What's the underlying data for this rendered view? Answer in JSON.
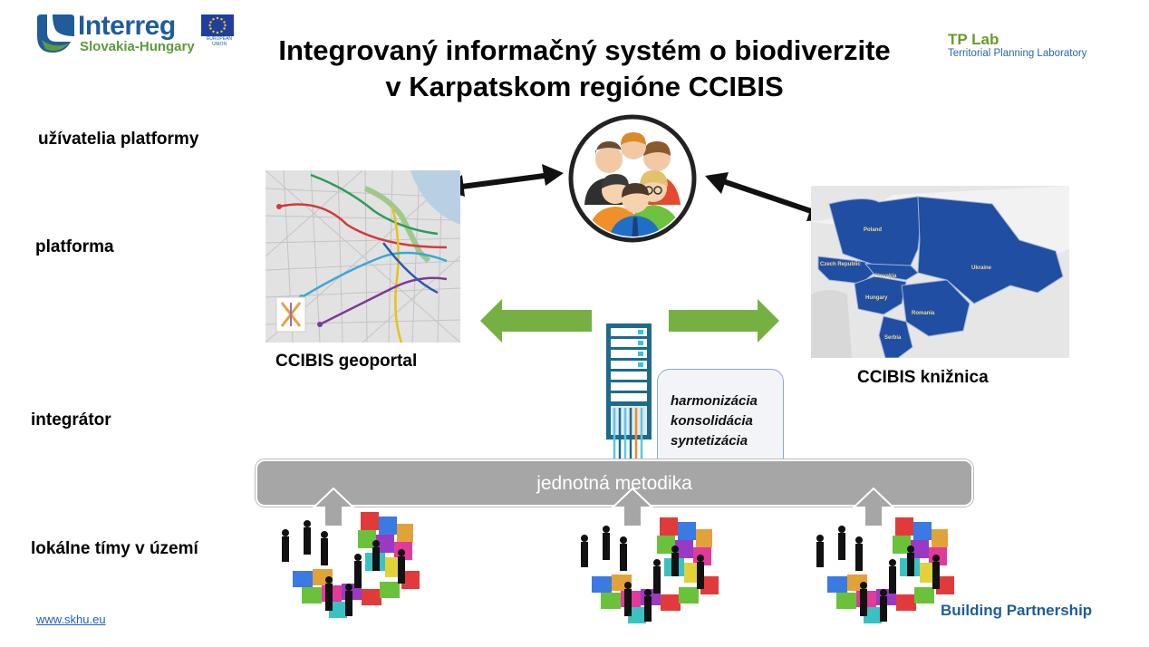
{
  "logo": {
    "name": "Interreg",
    "region": "Slovakia-Hungary",
    "eu_label": "EUROPEAN UNION"
  },
  "title": {
    "line1": "Integrovaný informačný systém o biodiverzite",
    "line2": "v Karpatskom regióne CCIBIS"
  },
  "tplab": {
    "name": "TP Lab",
    "subtitle": "Territorial Planning Laboratory"
  },
  "rows": {
    "users": "užívatelia platformy",
    "platform": "platforma",
    "integrator": "integrátor",
    "local_teams": "lokálne tímy v území"
  },
  "geoportal": {
    "caption": "CCIBIS geoportal"
  },
  "library": {
    "caption": "CCIBIS knižnica",
    "countries": [
      "Poland",
      "Czech Republic",
      "Slovakia",
      "Hungary",
      "Ukraine",
      "Romania",
      "Serbia"
    ]
  },
  "process": {
    "steps": [
      "harmonizácia",
      "konsolidácia",
      "syntetizácia"
    ]
  },
  "method_bar": "jednotná metodika",
  "footer": {
    "link": "www.skhu.eu",
    "tagline": "Building Partnership"
  },
  "colors": {
    "accent_green": "#76b043",
    "map_blue": "#1f4ea3",
    "bar_gray": "#a6a6a6",
    "brand_blue": "#1f5c99"
  }
}
